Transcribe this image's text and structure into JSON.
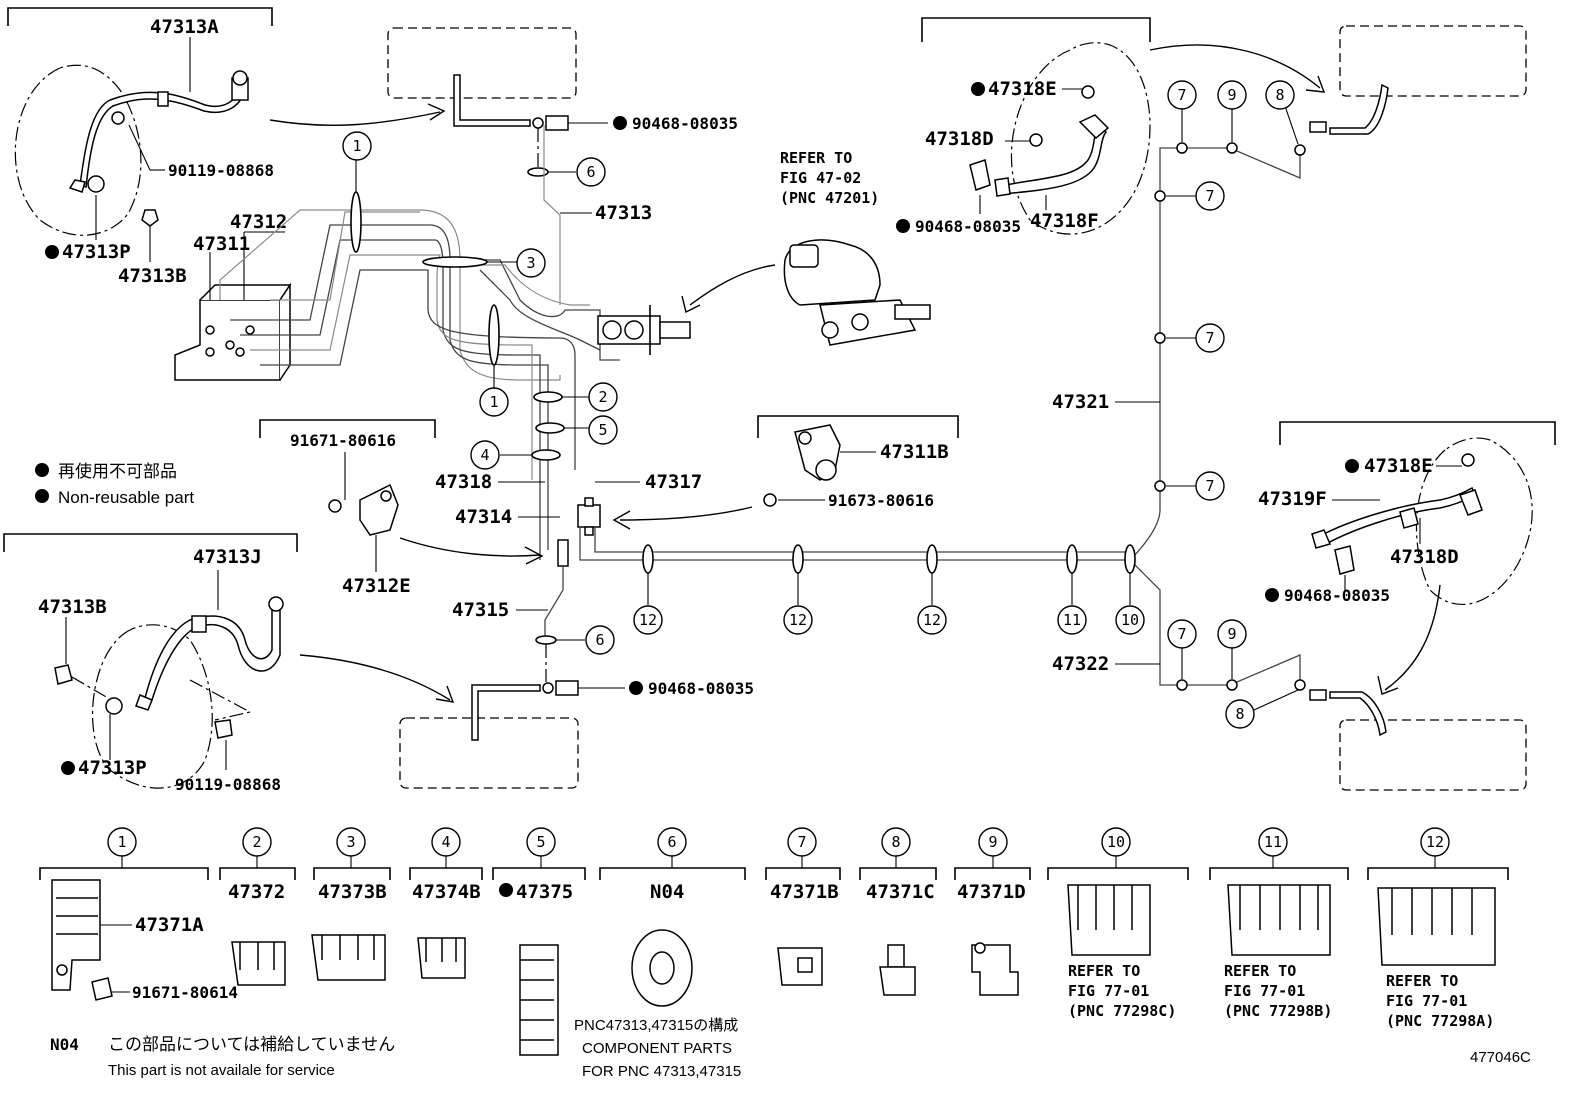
{
  "diagram_id": "477046C",
  "legend": {
    "jp": "再使用不可部品",
    "en": "Non-reusable part"
  },
  "note_n04": {
    "code": "N04",
    "jp": "この部品については補給していません",
    "en": "This part is not availale for service"
  },
  "component_note": {
    "jp": "PNC47313,47315の構成",
    "en1": "COMPONENT PARTS",
    "en2": "FOR PNC 47313,47315"
  },
  "refer_master": {
    "l1": "REFER TO",
    "l2": "FIG 47-02",
    "l3": "(PNC 47201)"
  },
  "labels": {
    "p47313A": "47313A",
    "p90119a": "90119-08868",
    "p47313P_a": "47313P",
    "p47313B_a": "47313B",
    "p47312": "47312",
    "p47311": "47311",
    "p90468a": "90468-08035",
    "p47313": "47313",
    "p91671_80616": "91671-80616",
    "p47311B": "47311B",
    "p91673_80616": "91673-80616",
    "p47318": "47318",
    "p47317": "47317",
    "p47314": "47314",
    "p47312E": "47312E",
    "p47315": "47315",
    "p90468b": "90468-08035",
    "p47313J": "47313J",
    "p47313B_b": "47313B",
    "p47313P_b": "47313P",
    "p90119b": "90119-08868",
    "p47318E_a": "47318E",
    "p47318D_a": "47318D",
    "p90468c": "90468-08035",
    "p47318F": "47318F",
    "p47321": "47321",
    "p47322": "47322",
    "p47318E_b": "47318E",
    "p47319F": "47319F",
    "p47318D_b": "47318D",
    "p90468d": "90468-08035"
  },
  "callouts": [
    "1",
    "2",
    "3",
    "4",
    "5",
    "6",
    "7",
    "8",
    "9",
    "10",
    "11",
    "12"
  ],
  "bottom_parts": [
    {
      "num": "1",
      "label": "47371A",
      "extra": "91671-80614"
    },
    {
      "num": "2",
      "label": "47372"
    },
    {
      "num": "3",
      "label": "47373B"
    },
    {
      "num": "4",
      "label": "47374B"
    },
    {
      "num": "5",
      "label": "47375"
    },
    {
      "num": "6",
      "label": "N04"
    },
    {
      "num": "7",
      "label": "47371B"
    },
    {
      "num": "8",
      "label": "47371C"
    },
    {
      "num": "9",
      "label": "47371D"
    },
    {
      "num": "10",
      "l1": "REFER TO",
      "l2": "FIG 77-01",
      "l3": "(PNC 77298C)"
    },
    {
      "num": "11",
      "l1": "REFER TO",
      "l2": "FIG 77-01",
      "l3": "(PNC 77298B)"
    },
    {
      "num": "12",
      "l1": "REFER TO",
      "l2": "FIG 77-01",
      "l3": "(PNC 77298A)"
    }
  ]
}
